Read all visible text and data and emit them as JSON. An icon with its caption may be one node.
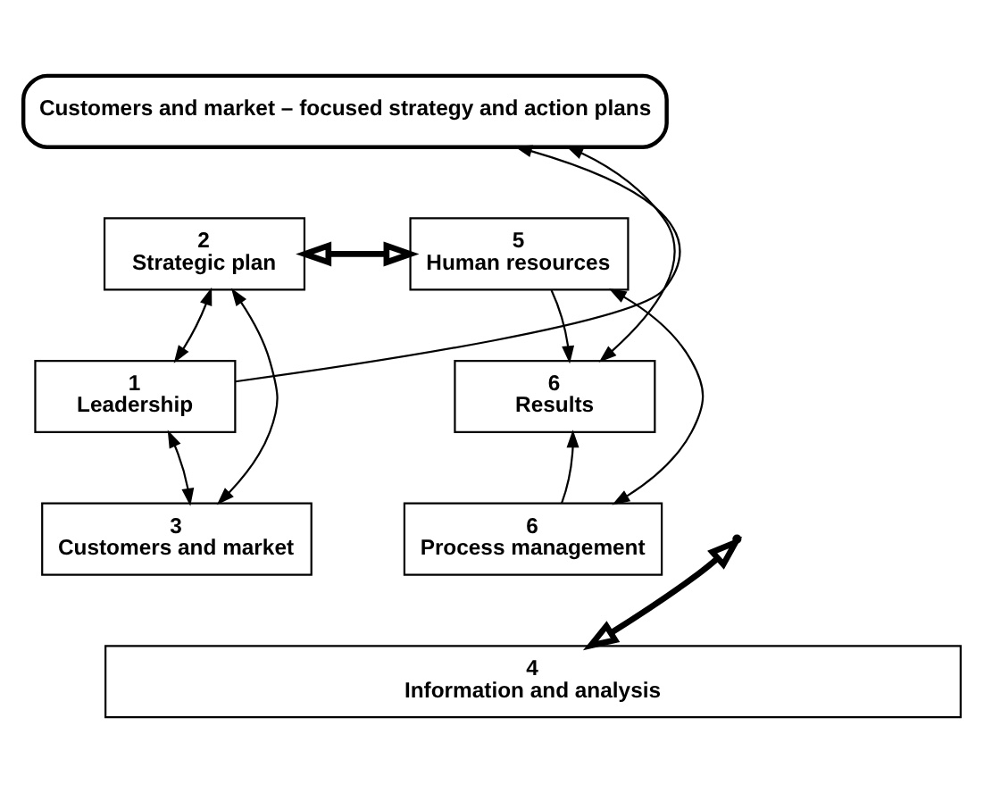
{
  "diagram": {
    "nodes": [
      {
        "text": [
          "Customers and market – focused strategy and action plans"
        ]
      },
      {
        "text": [
          "1",
          "Leadership"
        ]
      },
      {
        "text": [
          "2",
          "Strategic plan"
        ]
      },
      {
        "text": [
          "5",
          "Human resources"
        ]
      },
      {
        "text": [
          "6",
          "Results"
        ]
      },
      {
        "text": [
          "3",
          "Customers and market"
        ]
      },
      {
        "text": [
          "6",
          "Process management"
        ]
      },
      {
        "text": [
          "4",
          "Information and analysis"
        ]
      }
    ],
    "edges": [
      {
        "from": 1,
        "to": 0,
        "arrow": "to"
      },
      {
        "from": 0,
        "to": 4,
        "arrow": "both"
      },
      {
        "from": 1,
        "to": 2,
        "arrow": "both"
      },
      {
        "from": 1,
        "to": 5,
        "arrow": "both"
      },
      {
        "from": 2,
        "to": 5,
        "arrow": "both"
      },
      {
        "from": 3,
        "to": 4,
        "arrow": "to"
      },
      {
        "from": 3,
        "to": 6,
        "arrow": "both"
      },
      {
        "from": 6,
        "to": 4,
        "arrow": "to"
      },
      {
        "from": 2,
        "to": 3,
        "arrow": "both",
        "style": "thick"
      },
      {
        "from": null,
        "to": 7,
        "arrow": "both",
        "style": "thick"
      }
    ]
  }
}
